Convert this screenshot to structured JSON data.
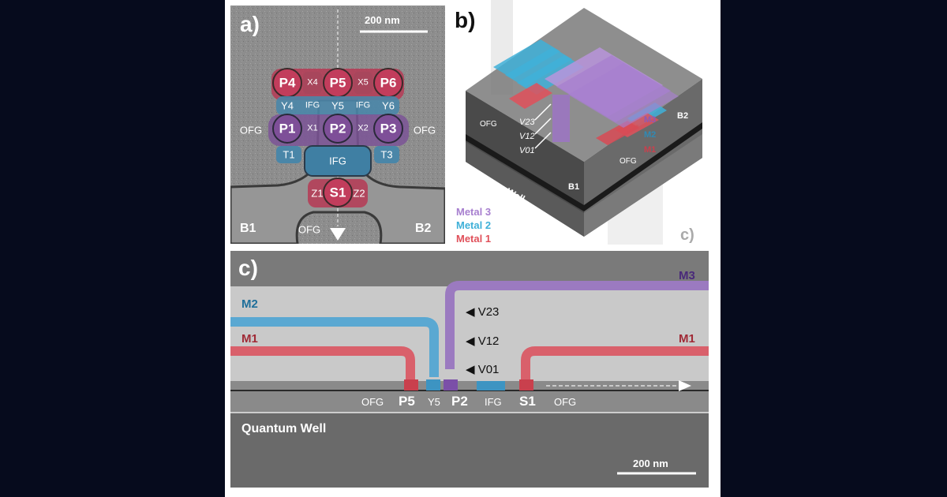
{
  "panel_a": {
    "letter": "a)",
    "scale": "200 nm",
    "gates": {
      "P4": "P4",
      "X4": "X4",
      "P5": "P5",
      "X5": "X5",
      "P6": "P6",
      "Y4": "Y4",
      "IFG_l": "IFG",
      "Y5": "Y5",
      "IFG_r": "IFG",
      "Y6": "Y6",
      "P1": "P1",
      "X1": "X1",
      "P2": "P2",
      "X2": "X2",
      "P3": "P3",
      "T1": "T1",
      "IFG_c": "IFG",
      "T3": "T3",
      "Z1": "Z1",
      "S1": "S1",
      "Z2": "Z2"
    },
    "ofg_left": "OFG",
    "ofg_right": "OFG",
    "ofg_bottom": "OFG",
    "b1": "B1",
    "b2": "B2",
    "colors": {
      "plunger": "#b63a55",
      "barrier": "#4a86a8",
      "purple": "#7b5497"
    }
  },
  "panel_b": {
    "letter": "b)",
    "c_marker": "c)",
    "ofg_left": "OFG",
    "ofg_right": "OFG",
    "b1": "B1",
    "b2": "B2",
    "v23": "V23",
    "v12": "V12",
    "v01": "V01",
    "m3": "M3",
    "m2": "M2",
    "m1": "M1",
    "quantum_well": "Quantum Well",
    "legend": [
      {
        "label": "Metal 3",
        "color": "#a77fcf"
      },
      {
        "label": "Metal 2",
        "color": "#3fb0d8"
      },
      {
        "label": "Metal 1",
        "color": "#e0505a"
      }
    ]
  },
  "panel_c": {
    "letter": "c)",
    "m3": "M3",
    "m2": "M2",
    "m1_left": "M1",
    "m1_right": "M1",
    "v23": "◀ V23",
    "v12": "◀ V12",
    "v01": "◀ V01",
    "bottom_labels": {
      "ofg_l": "OFG",
      "p5": "P5",
      "y5": "Y5",
      "p2": "P2",
      "ifg": "IFG",
      "s1": "S1",
      "ofg_r": "OFG"
    },
    "quantum_well": "Quantum Well",
    "scale": "200 nm",
    "colors": {
      "m1": "#c9404d",
      "m2": "#3d94c2",
      "m3": "#7b4fa8"
    }
  }
}
